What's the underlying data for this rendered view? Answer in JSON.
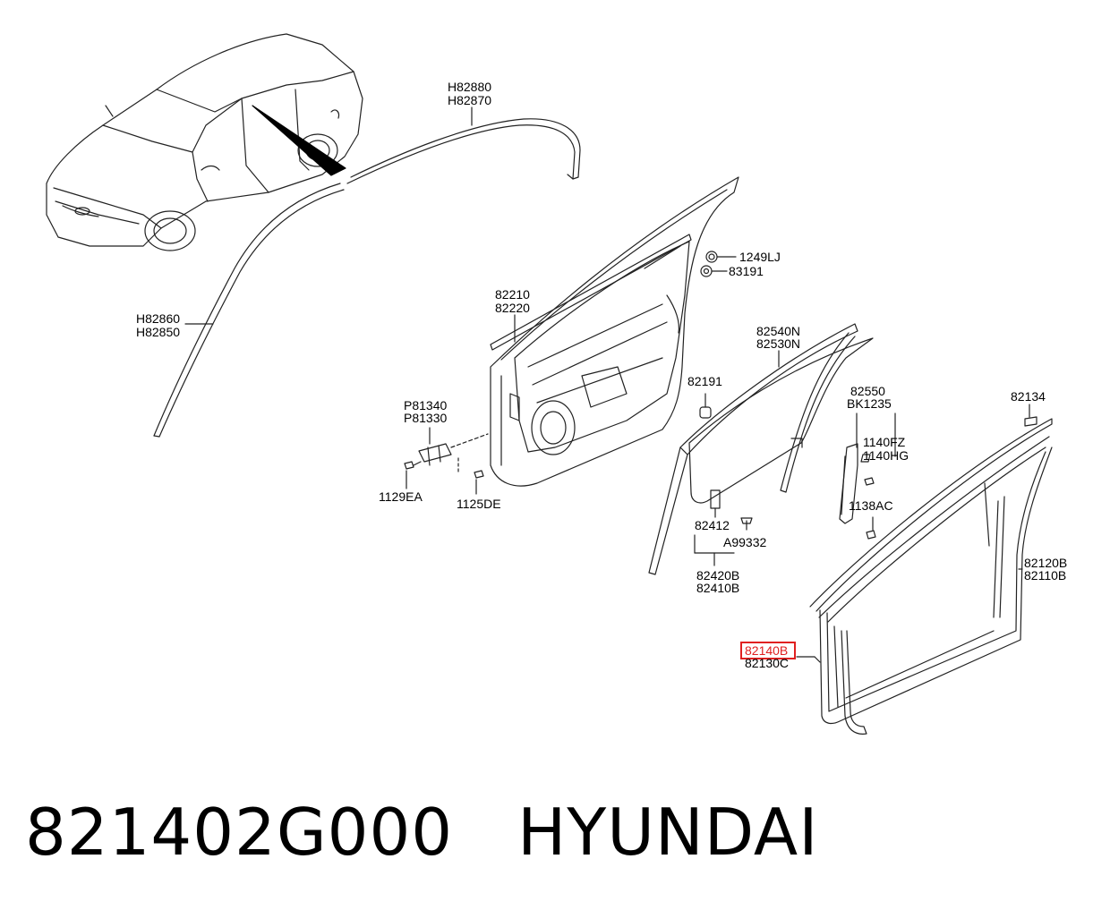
{
  "labels": {
    "h82880": "H82880",
    "h82870": "H82870",
    "h82860": "H82860",
    "h82850": "H82850",
    "p1249lj": "1249LJ",
    "p83191": "83191",
    "p82210": "82210",
    "p82220": "82220",
    "p82191": "82191",
    "p81340": "P81340",
    "p81330": "P81330",
    "p1129ea": "1129EA",
    "p1125de": "1125DE",
    "p82540n": "82540N",
    "p82530n": "82530N",
    "p82550": "82550",
    "bk1235": "BK1235",
    "p1140fz": "1140FZ",
    "p1140hg": "1140HG",
    "p1138ac": "1138AC",
    "p82134": "82134",
    "p82412": "82412",
    "a99332": "A99332",
    "p82420b": "82420B",
    "p82410b": "82410B",
    "p82120b": "82120B",
    "p82110b": "82110B",
    "p82140b": "82140B",
    "p82130c": "82130C"
  },
  "highlight_color": "#e02020",
  "footer": {
    "part_number": "821402G000",
    "brand": "HYUNDAI"
  }
}
